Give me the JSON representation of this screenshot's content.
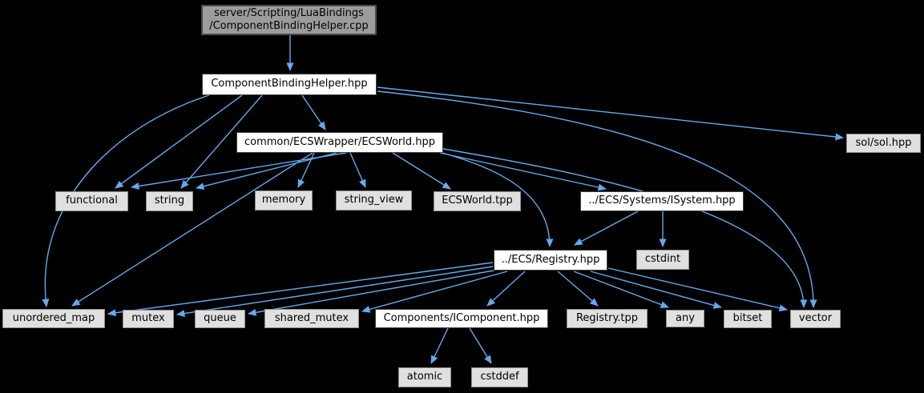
{
  "diagram": {
    "type": "include-dependency-graph",
    "background_color": "#000000",
    "edge_color": "#63aaed",
    "node_colors": {
      "source_fill": "#9c9c9c",
      "header_fill": "#ffffff",
      "leaf_fill": "#e0e0e0"
    },
    "nodes": [
      {
        "id": "cpp",
        "label": "server/Scripting/LuaBindings\n/ComponentBindingHelper.cpp",
        "kind": "source"
      },
      {
        "id": "cbh-hpp",
        "label": "ComponentBindingHelper.hpp",
        "kind": "header"
      },
      {
        "id": "ecsworld-hpp",
        "label": "common/ECSWrapper/ECSWorld.hpp",
        "kind": "header"
      },
      {
        "id": "sol",
        "label": "sol/sol.hpp",
        "kind": "leaf"
      },
      {
        "id": "functional",
        "label": "functional",
        "kind": "leaf"
      },
      {
        "id": "string",
        "label": "string",
        "kind": "leaf"
      },
      {
        "id": "memory",
        "label": "memory",
        "kind": "leaf"
      },
      {
        "id": "string-view",
        "label": "string_view",
        "kind": "leaf"
      },
      {
        "id": "ecsworld-tpp",
        "label": "ECSWorld.tpp",
        "kind": "leaf"
      },
      {
        "id": "isystem-hpp",
        "label": "../ECS/Systems/ISystem.hpp",
        "kind": "header"
      },
      {
        "id": "registry-hpp",
        "label": "../ECS/Registry.hpp",
        "kind": "header"
      },
      {
        "id": "cstdint",
        "label": "cstdint",
        "kind": "leaf"
      },
      {
        "id": "unordered-map",
        "label": "unordered_map",
        "kind": "leaf"
      },
      {
        "id": "mutex",
        "label": "mutex",
        "kind": "leaf"
      },
      {
        "id": "queue",
        "label": "queue",
        "kind": "leaf"
      },
      {
        "id": "shared-mutex",
        "label": "shared_mutex",
        "kind": "leaf"
      },
      {
        "id": "icomponent-hpp",
        "label": "Components/IComponent.hpp",
        "kind": "header"
      },
      {
        "id": "registry-tpp",
        "label": "Registry.tpp",
        "kind": "leaf"
      },
      {
        "id": "any",
        "label": "any",
        "kind": "leaf"
      },
      {
        "id": "bitset",
        "label": "bitset",
        "kind": "leaf"
      },
      {
        "id": "vector",
        "label": "vector",
        "kind": "leaf"
      },
      {
        "id": "atomic",
        "label": "atomic",
        "kind": "leaf"
      },
      {
        "id": "cstddef",
        "label": "cstddef",
        "kind": "leaf"
      }
    ],
    "edges": [
      {
        "from": "cpp",
        "to": "cbh-hpp"
      },
      {
        "from": "cbh-hpp",
        "to": "ecsworld-hpp"
      },
      {
        "from": "cbh-hpp",
        "to": "functional"
      },
      {
        "from": "cbh-hpp",
        "to": "string"
      },
      {
        "from": "cbh-hpp",
        "to": "unordered-map"
      },
      {
        "from": "cbh-hpp",
        "to": "sol"
      },
      {
        "from": "cbh-hpp",
        "to": "vector"
      },
      {
        "from": "ecsworld-hpp",
        "to": "functional"
      },
      {
        "from": "ecsworld-hpp",
        "to": "string"
      },
      {
        "from": "ecsworld-hpp",
        "to": "memory"
      },
      {
        "from": "ecsworld-hpp",
        "to": "string-view"
      },
      {
        "from": "ecsworld-hpp",
        "to": "ecsworld-tpp"
      },
      {
        "from": "ecsworld-hpp",
        "to": "isystem-hpp"
      },
      {
        "from": "ecsworld-hpp",
        "to": "registry-hpp"
      },
      {
        "from": "ecsworld-hpp",
        "to": "unordered-map"
      },
      {
        "from": "ecsworld-hpp",
        "to": "vector"
      },
      {
        "from": "isystem-hpp",
        "to": "registry-hpp"
      },
      {
        "from": "isystem-hpp",
        "to": "cstdint"
      },
      {
        "from": "registry-hpp",
        "to": "unordered-map"
      },
      {
        "from": "registry-hpp",
        "to": "mutex"
      },
      {
        "from": "registry-hpp",
        "to": "queue"
      },
      {
        "from": "registry-hpp",
        "to": "shared-mutex"
      },
      {
        "from": "registry-hpp",
        "to": "icomponent-hpp"
      },
      {
        "from": "registry-hpp",
        "to": "registry-tpp"
      },
      {
        "from": "registry-hpp",
        "to": "any"
      },
      {
        "from": "registry-hpp",
        "to": "bitset"
      },
      {
        "from": "registry-hpp",
        "to": "vector"
      },
      {
        "from": "icomponent-hpp",
        "to": "atomic"
      },
      {
        "from": "icomponent-hpp",
        "to": "cstddef"
      }
    ]
  }
}
